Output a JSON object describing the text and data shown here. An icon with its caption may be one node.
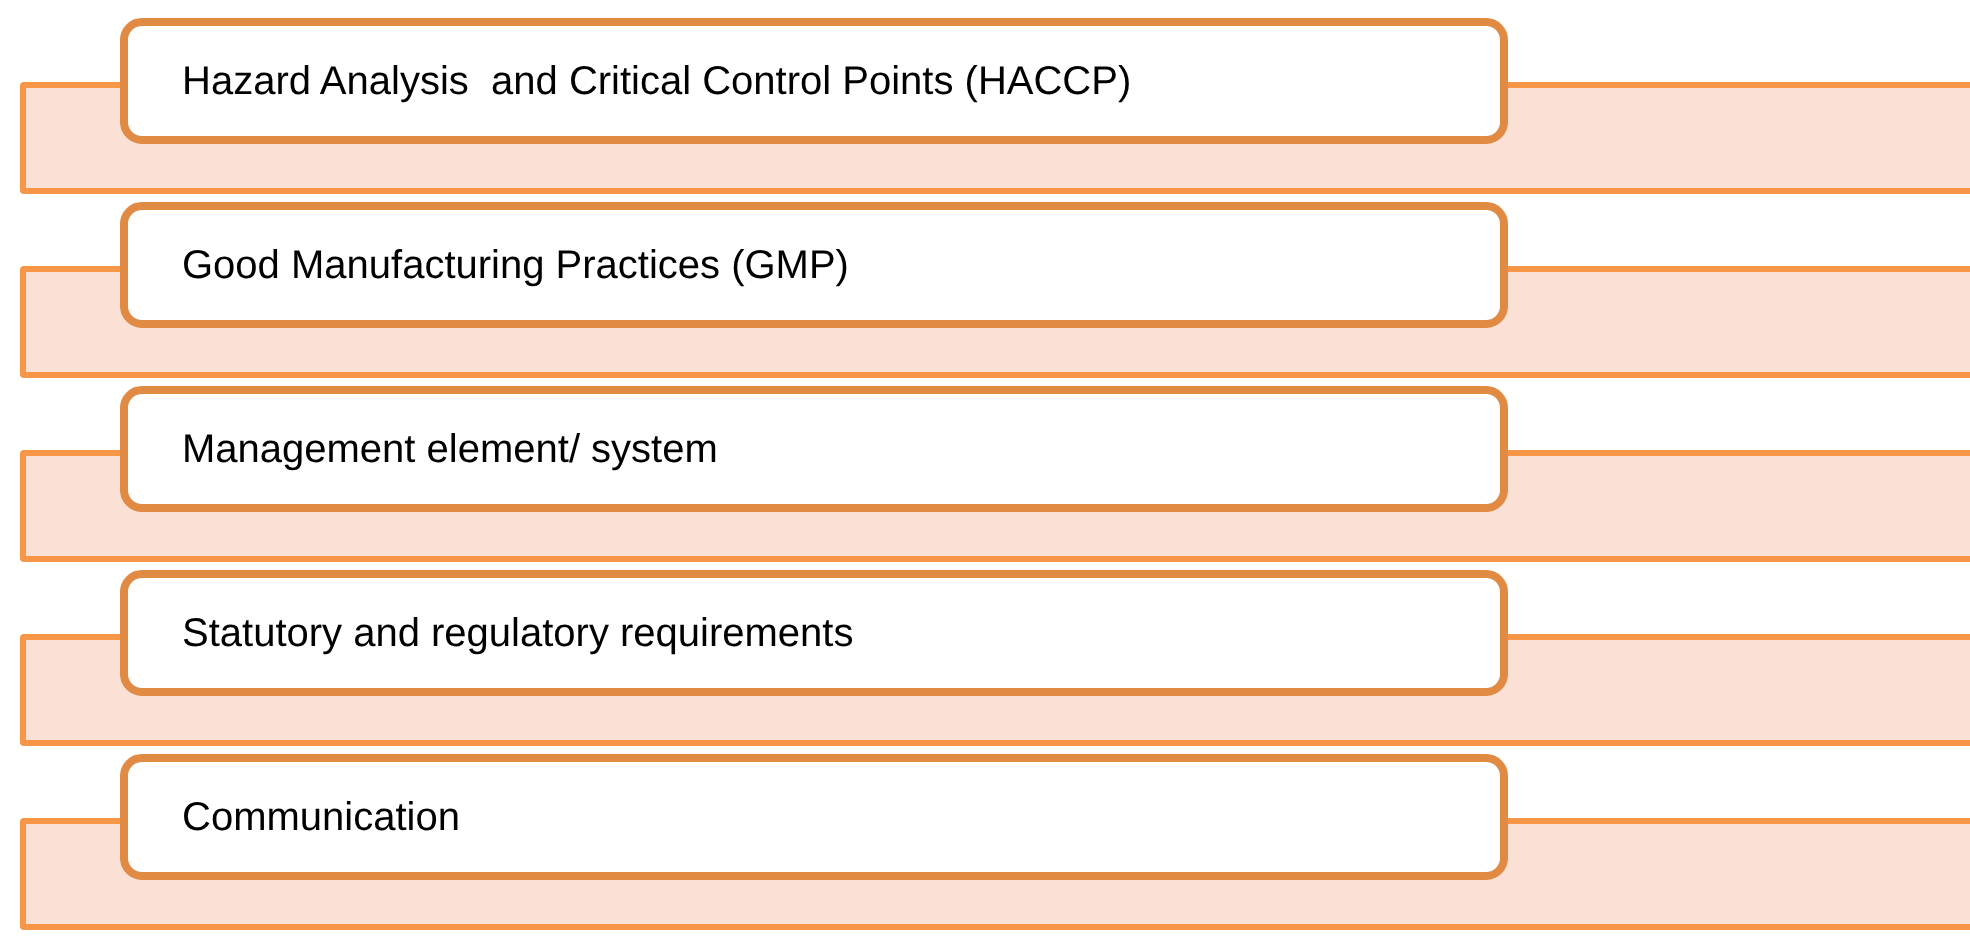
{
  "diagram": {
    "nodes": [
      {
        "text": [
          "Hazard Analysis  and Critical Control Points (HACCP)"
        ]
      },
      {
        "text": [
          "Good Manufacturing Practices (GMP)"
        ]
      },
      {
        "text": [
          "Management element/ system"
        ]
      },
      {
        "text": [
          "Statutory and regulatory requirements"
        ]
      },
      {
        "text": [
          "Communication"
        ]
      }
    ]
  }
}
